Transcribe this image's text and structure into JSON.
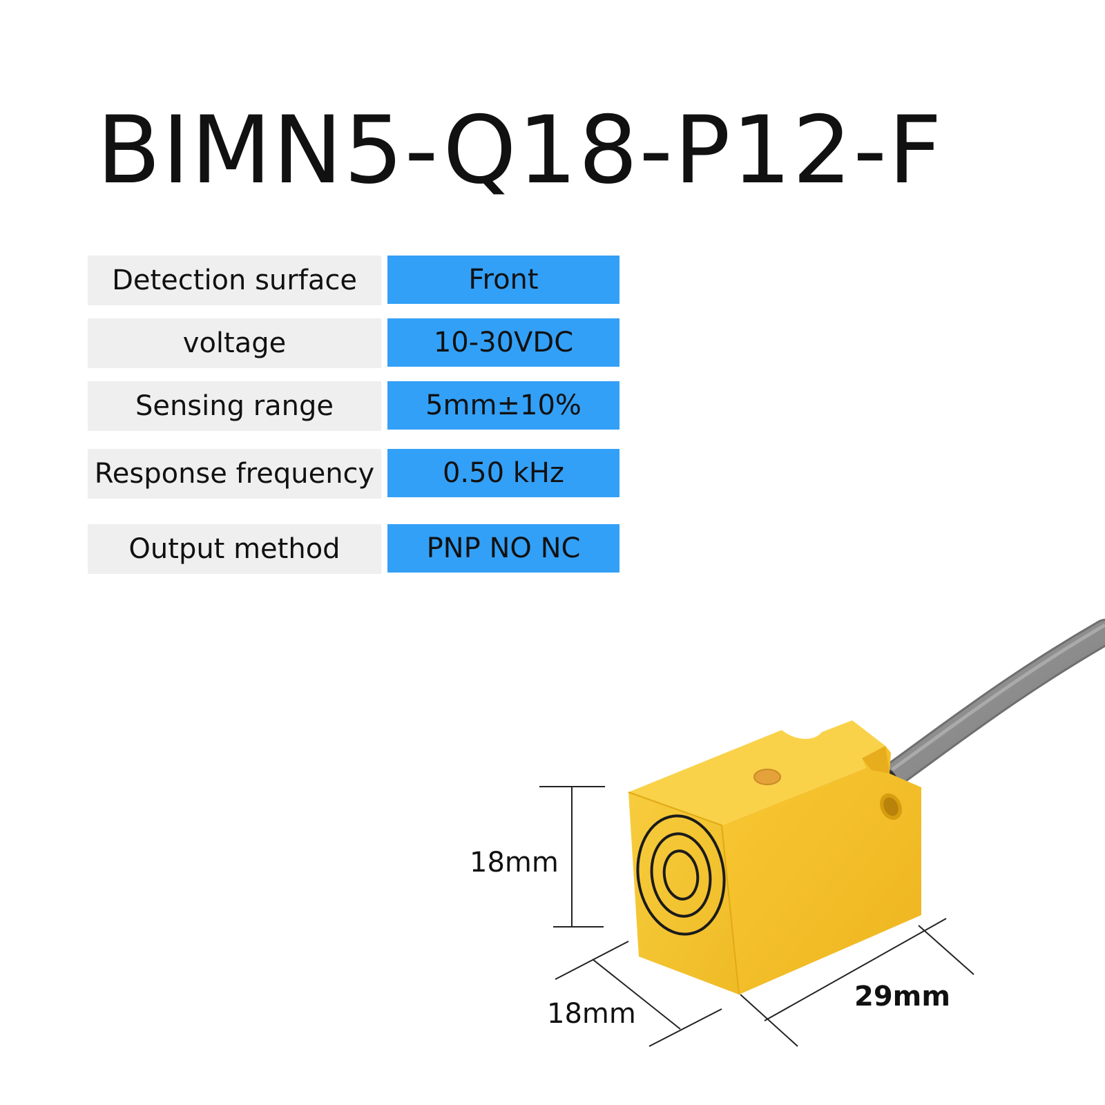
{
  "title": "BIMN5-Q18-P12-F",
  "specs": [
    {
      "label": "Detection surface",
      "value": "Front"
    },
    {
      "label": "voltage",
      "value": "10-30VDC"
    },
    {
      "label": "Sensing range",
      "value": "5mm±10%"
    },
    {
      "label": "Response frequency",
      "value": "0.50 kHz"
    },
    {
      "label": "Output method",
      "value": "PNP NO NC"
    }
  ],
  "dimensions": {
    "height": "18mm",
    "width": "18mm",
    "length": "29mm"
  },
  "colors": {
    "value_background": "#33a0f7",
    "label_background": "#efefef",
    "sensor_body": "#f5c332",
    "cable": "#8e8e8e"
  }
}
